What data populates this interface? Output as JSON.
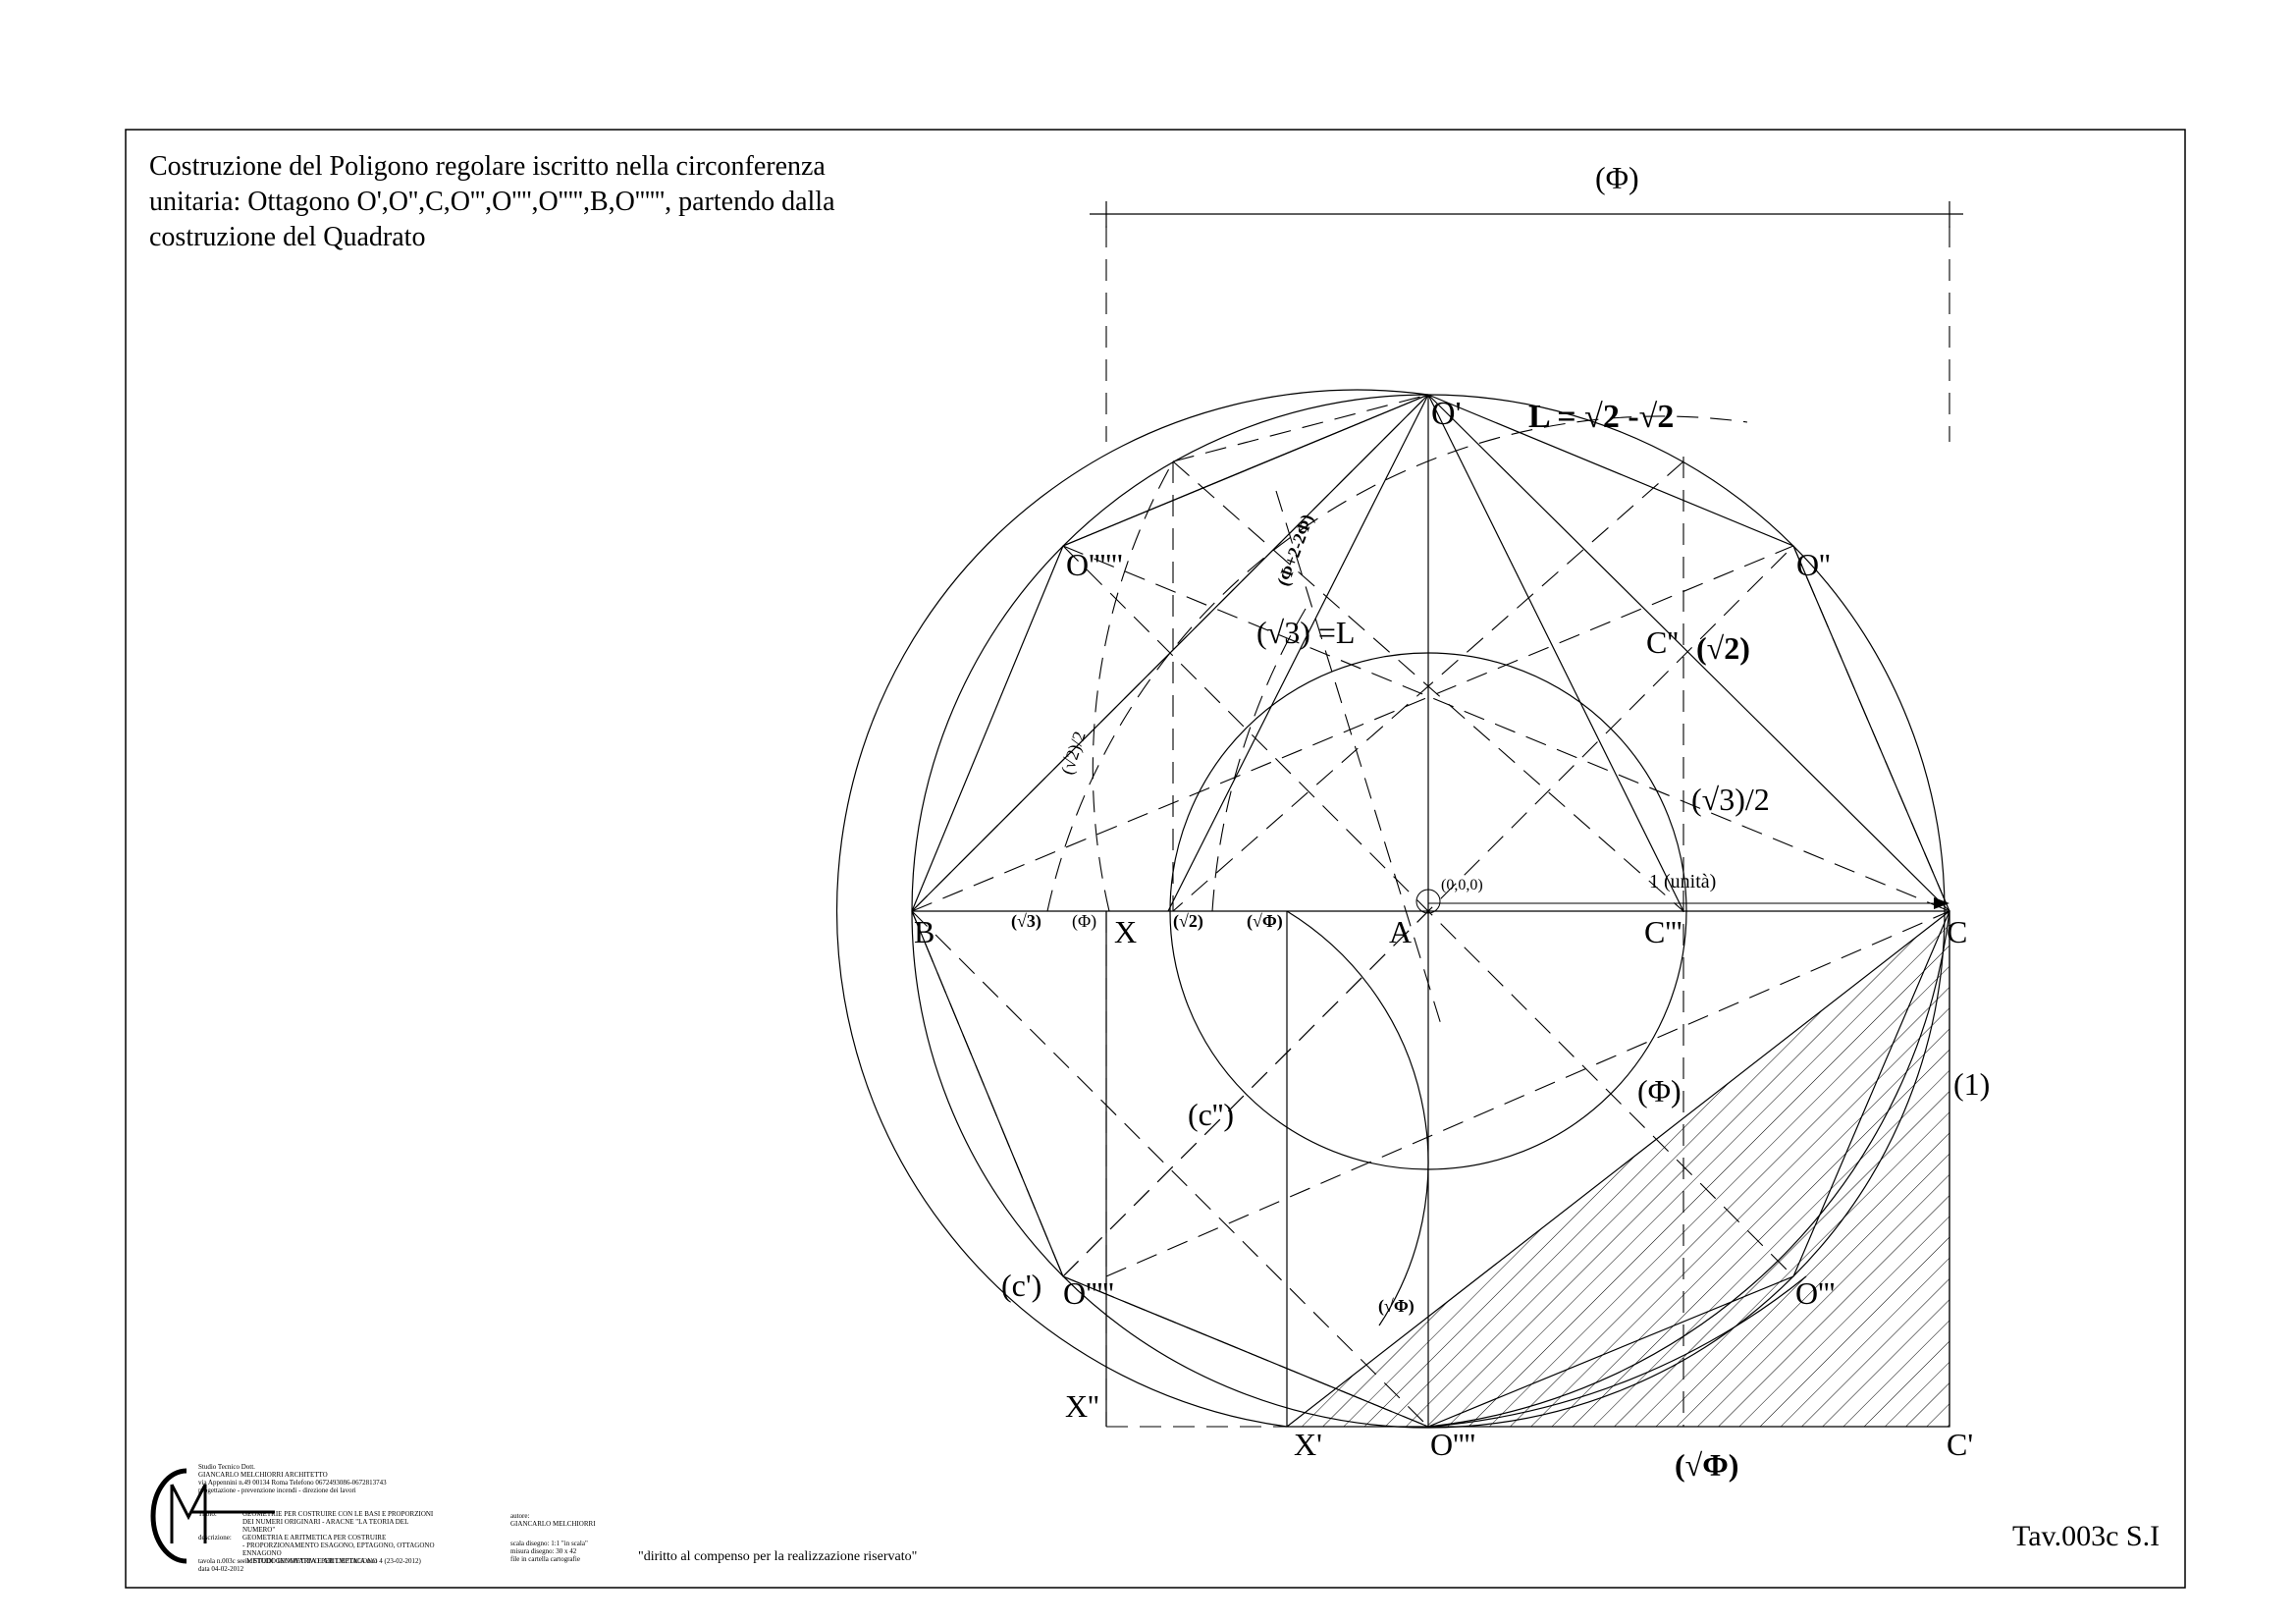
{
  "title": {
    "line1": "Costruzione del Poligono regolare iscritto nella circonferenza",
    "line2": "unitaria: Ottagono O',O'',C,O''',O'''',O''''',B,O'''''', partendo dalla",
    "line3": "costruzione del Quadrato"
  },
  "sheet_code": "Tav.003c S.I",
  "footnote": "\"diritto al compenso per la realizzazione riservato\"",
  "labels": {
    "phi_top": "(Φ)",
    "o1": "O'",
    "L_formula": "L = √2 -√2",
    "o2": "O''",
    "o6": "O''''''",
    "sqrt3_L": "(√3) =L",
    "c2": "C''",
    "sqrt2": "(√2)",
    "sqrt3_half": "(√3)/2",
    "sqrt2_half": "(√2)/2",
    "phi_formula": "(Φ+2-2Φ)",
    "origin": "(0,0,0)",
    "unit": "1 (unità)",
    "B": "B",
    "s3": "(√3)",
    "ph": "(Φ)",
    "X": "X",
    "s2": "(√2)",
    "sp": "(√Φ)",
    "A": "A",
    "c3": "C'''",
    "C": "C",
    "one": "(1)",
    "phi_mid": "(Φ)",
    "c_dd": "(c'')",
    "c_d": "(c')",
    "o5": "O'''''",
    "sp_small": "(√Φ)",
    "o3": "O'''",
    "X2": "X''",
    "X1": "X'",
    "o4": "O''''",
    "sqrtphi_bottom": "(√Φ)",
    "C1": "C'"
  },
  "titleblock": {
    "studio": "Studio Tecnico Dott.",
    "name": "GIANCARLO MELCHIORRI ARCHITETTO",
    "address": "via Appennini n.49 00134 Roma  Telefono 0672493086-0672813743",
    "row4": "progettazione   -   prevenzione incendi   -   direzione dei lavori",
    "titolo_label": "Titolo:",
    "titolo": "GEOMETRIE PER COSTRUIRE CON LE BASI E PROPORZIONI DEI NUMERI ORIGINARI - ARACNE \"LA TEORIA DEL NUMERO\"",
    "desc_label": "descrizione:",
    "desc1": "GEOMETRIA E ARITMETICA PER COSTRUIRE",
    "desc2": "- PROPORZIONAMENTO ESAGONO, EPTAGONO, OTTAGONO ENNAGONO",
    "desc3": "- METODO INNOVATIVO PER L'EPTAGONO",
    "tav": "tavola n.003c  serie: STUDI GEOMETRIA E ARITMETICA n.ro 4 (23-02-2012)",
    "date": "data 04-02-2012",
    "autore_label": "autore:",
    "autore": "GIANCARLO MELCHIORRI",
    "scale": "scala disegno: 1:1 \"in scala\"",
    "format": "misura disegno: 30 x 42",
    "file": "file in cartella cartografie"
  }
}
